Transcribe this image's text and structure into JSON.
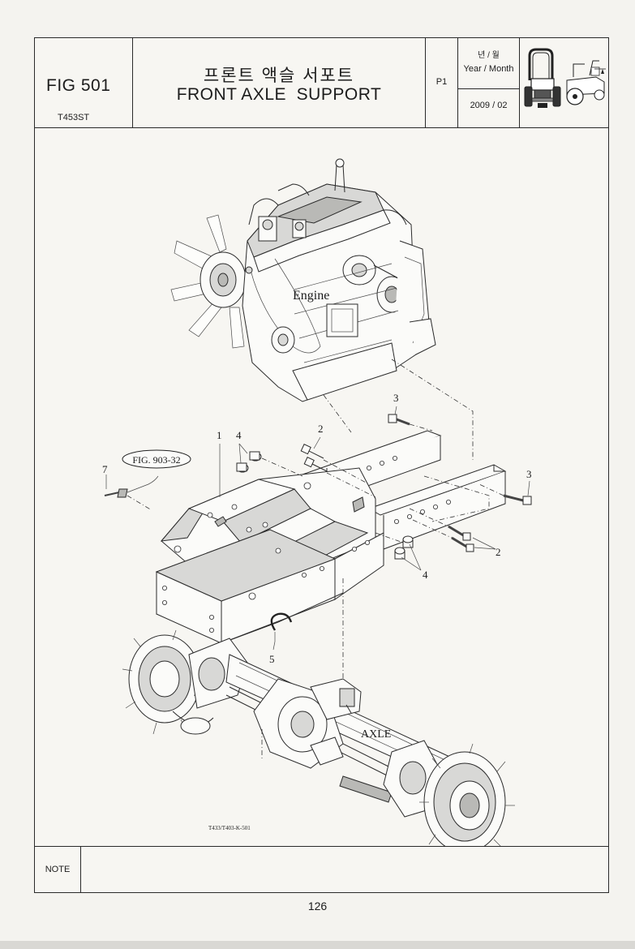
{
  "header": {
    "fig_number": "FIG 501",
    "model": "T453ST",
    "title_korean": "프론트 액슬 서포트",
    "title_english": "FRONT AXLE  SUPPORT",
    "page_label": "P1",
    "year_month_korean": "년 / 월",
    "year_month_english": "Year / Month",
    "year_month_value": "2009 / 02"
  },
  "drawing": {
    "engine_label": "Engine",
    "axle_label": "AXLE",
    "fig_reference": "FIG. 903-32",
    "drawing_code": "T433/T403-K-501",
    "callouts": {
      "c1": "1",
      "c2a": "2",
      "c2b": "2",
      "c3a": "3",
      "c3b": "3",
      "c4a": "4",
      "c4b": "4",
      "c5": "5",
      "c7": "7"
    }
  },
  "footer": {
    "note_label": "NOTE",
    "page_number": "126"
  },
  "icons": [
    "tractor-front-icon",
    "tractor-side-icon"
  ]
}
